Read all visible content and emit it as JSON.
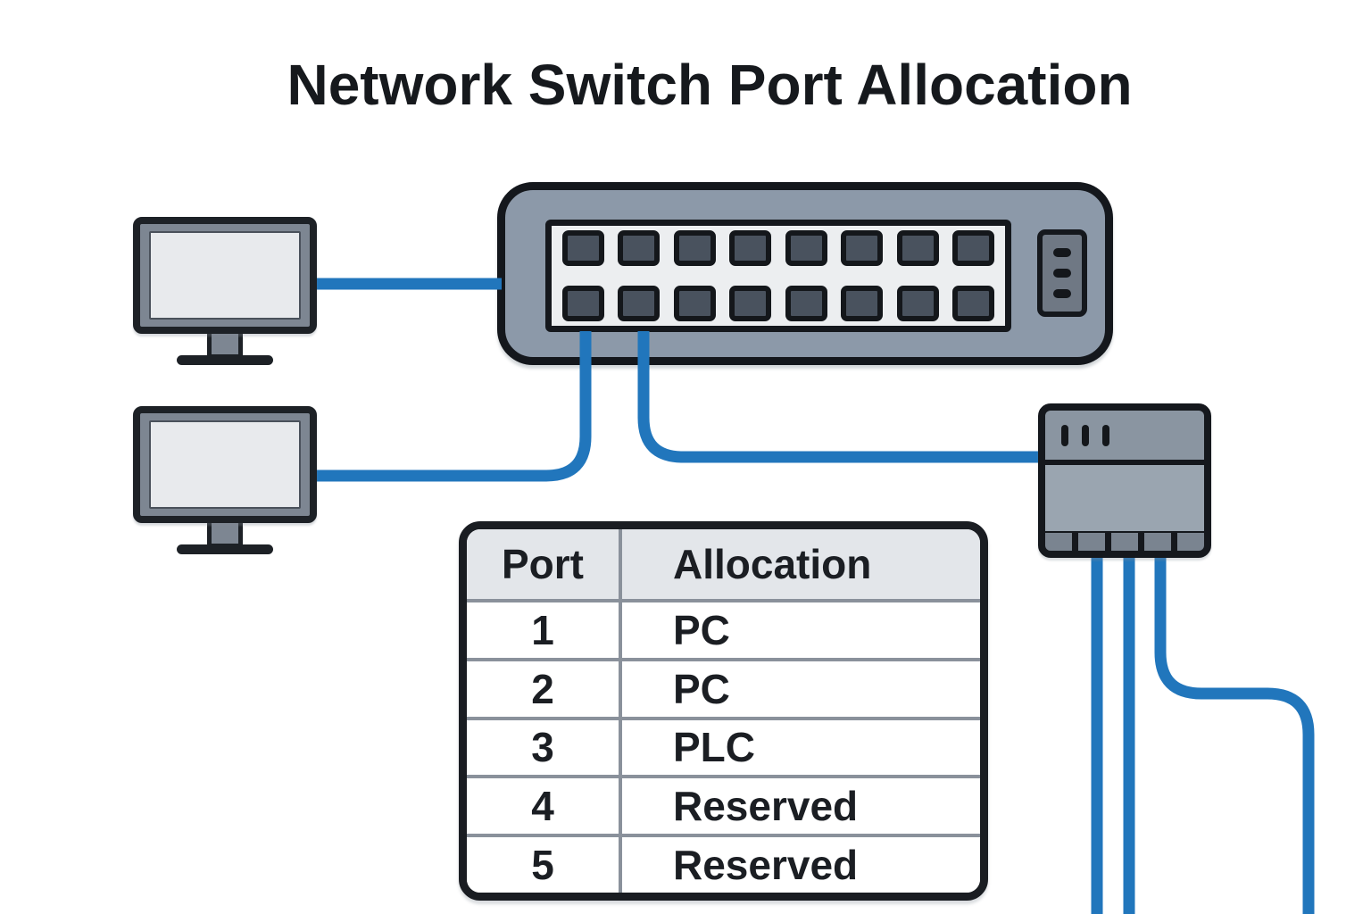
{
  "title": "Network Switch Port Allocation",
  "switch": {
    "name": "16-port network switch",
    "port_rows": 2,
    "port_cols": 8,
    "led_slots": 3
  },
  "plc": {
    "name": "PLC field device",
    "led_slots": 3,
    "bottom_ports": 5,
    "cables_out": 3
  },
  "monitors": [
    {
      "name": "PC 1"
    },
    {
      "name": "PC 2"
    }
  ],
  "table": {
    "headers": [
      "Port",
      "Allocation"
    ],
    "rows": [
      [
        "1",
        "PC"
      ],
      [
        "2",
        "PC"
      ],
      [
        "3",
        "PLC"
      ],
      [
        "4",
        "Reserved"
      ],
      [
        "5",
        "Reserved"
      ]
    ]
  },
  "colors": {
    "cable": "#2176BC",
    "switch_body": "#8C99A9",
    "port_panel": "#ECEEF0",
    "port_fill": "#49525E",
    "device_outline": "#15181d",
    "table_header_bg": "#E3E6EA",
    "table_line": "#8A919B",
    "ink": "#1B1E23"
  }
}
